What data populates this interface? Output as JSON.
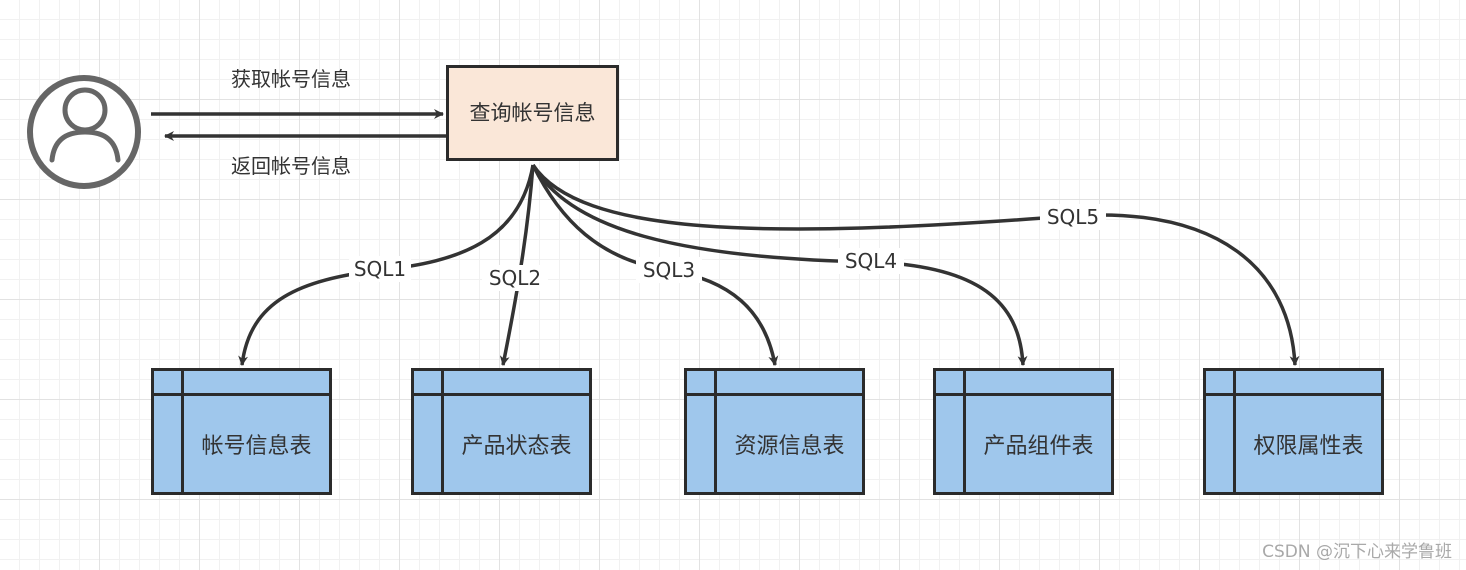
{
  "user": {
    "icon": "user-icon"
  },
  "labels": {
    "get_account": "获取帐号信息",
    "return_account": "返回帐号信息"
  },
  "query_box": {
    "text": "查询帐号信息"
  },
  "edges": [
    {
      "label": "SQL1"
    },
    {
      "label": "SQL2"
    },
    {
      "label": "SQL3"
    },
    {
      "label": "SQL4"
    },
    {
      "label": "SQL5"
    }
  ],
  "tables": [
    {
      "name": "帐号信息表"
    },
    {
      "name": "产品状态表"
    },
    {
      "name": "资源信息表"
    },
    {
      "name": "产品组件表"
    },
    {
      "name": "权限属性表"
    }
  ],
  "colors": {
    "query_fill": "#fae7d8",
    "table_fill": "#9fc7ec",
    "stroke": "#2b2b2b",
    "icon_stroke": "#666666"
  },
  "watermark": "CSDN @沉下心来学鲁班"
}
